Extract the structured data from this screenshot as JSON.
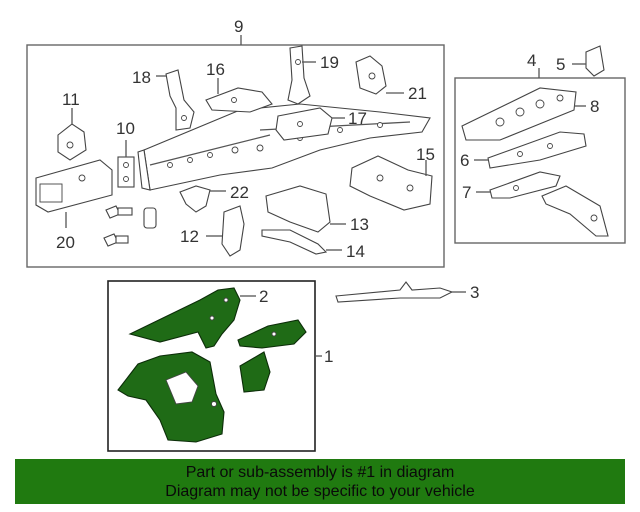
{
  "diagram": {
    "callouts": {
      "c1": "1",
      "c2": "2",
      "c3": "3",
      "c4": "4",
      "c5": "5",
      "c6": "6",
      "c7": "7",
      "c8": "8",
      "c9": "9",
      "c10": "10",
      "c11": "11",
      "c12": "12",
      "c13": "13",
      "c14": "14",
      "c15": "15",
      "c16": "16",
      "c17": "17",
      "c18": "18",
      "c19": "19",
      "c20": "20",
      "c21": "21",
      "c22": "22"
    },
    "highlight_color": "#1f6b16"
  },
  "banner": {
    "line1": "Part or sub-assembly is #1 in diagram",
    "line2": "Diagram may not be specific to your vehicle",
    "background": "#207a10"
  }
}
